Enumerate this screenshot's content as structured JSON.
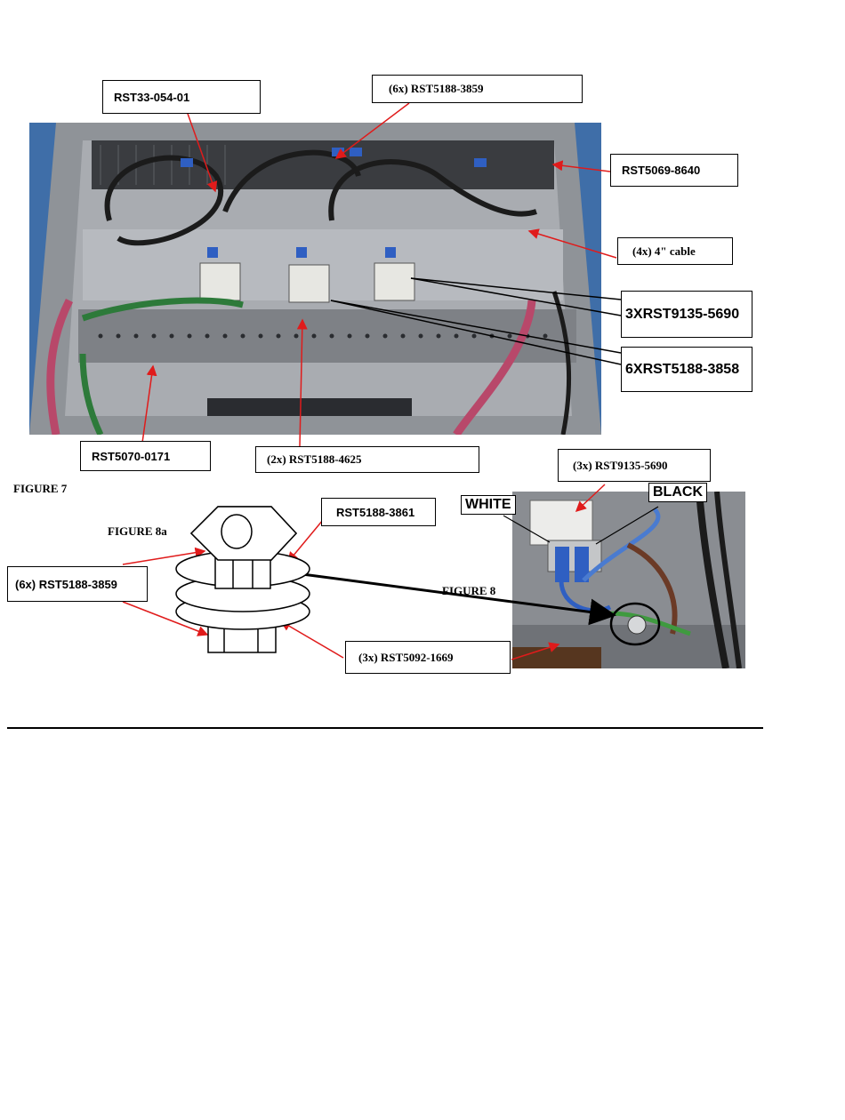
{
  "figures": {
    "figure7": "FIGURE 7",
    "figure8a": "FIGURE 8a",
    "figure8": "FIGURE 8"
  },
  "callouts": {
    "c1": "RST33-054-01",
    "c2": "(6x) RST5188-3859",
    "c3": "RST5069-8640",
    "c4": "(4x) 4\" cable",
    "c5": "3XRST9135-5690",
    "c6": "6XRST5188-3858",
    "c7": "RST5070-0171",
    "c8": "(2x) RST5188-4625",
    "c9": "(3x) RST9135-5690",
    "c10": "RST5188-3861",
    "c11": "(6x) RST5188-3859",
    "c12": "(3x) RST5092-1669"
  },
  "wire_labels": {
    "white": "WHITE",
    "black": "BLACK"
  },
  "colors": {
    "photo_background": "#3f6ea8",
    "chassis_metal": "#9ea1a6",
    "arrow_red": "#e01b1b"
  }
}
